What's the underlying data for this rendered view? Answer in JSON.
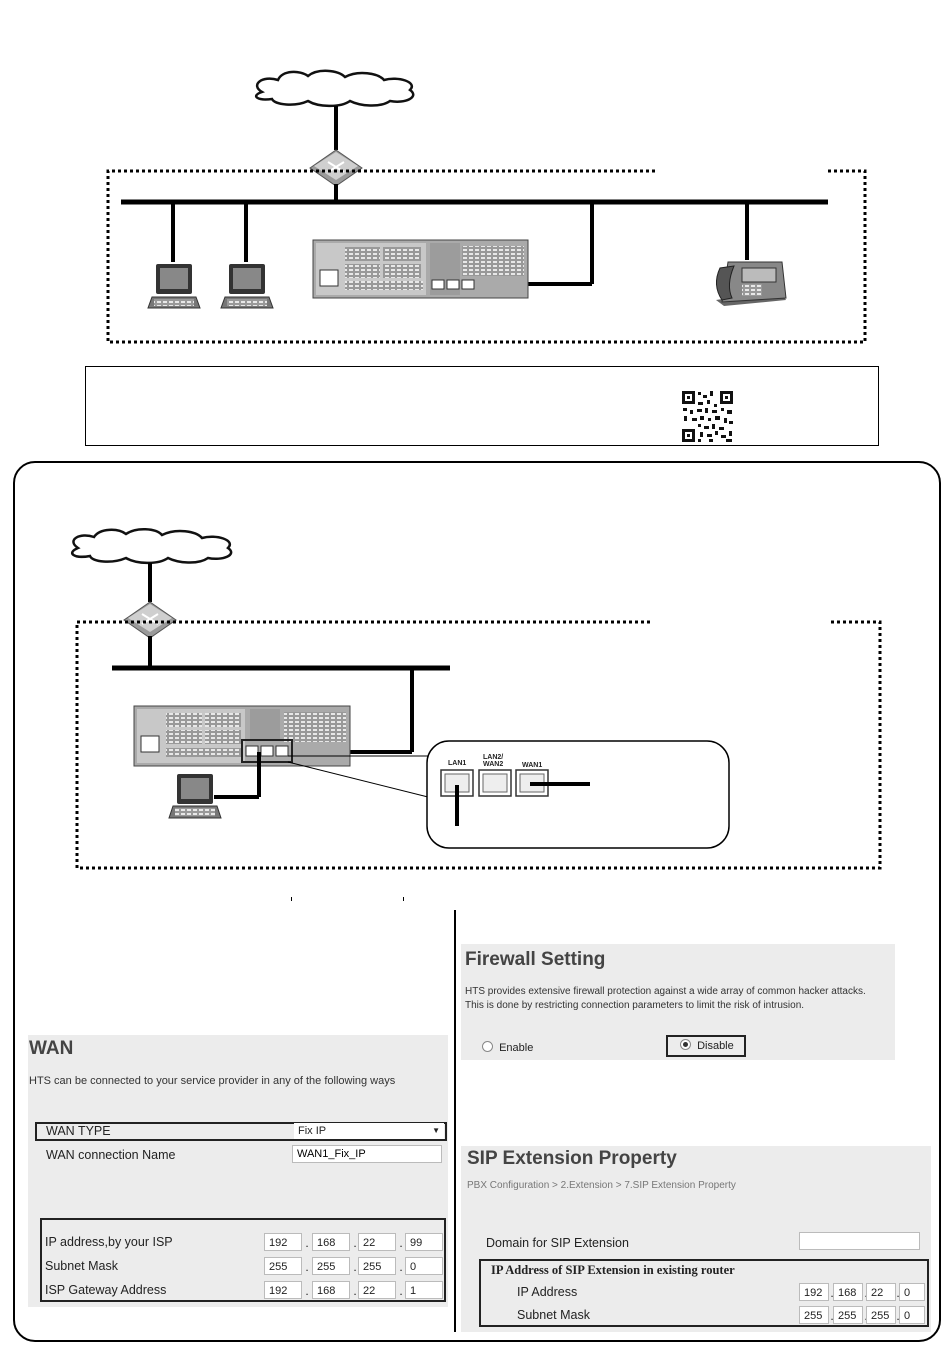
{
  "wan": {
    "title": "WAN",
    "description": "HTS can be connected to your service provider in any of the following ways",
    "type_label": "WAN TYPE",
    "type_value": "Fix IP",
    "conn_name_label": "WAN connection Name",
    "conn_name_value": "WAN1_Fix_IP",
    "ip_label": "IP address,by your ISP",
    "ip": [
      "192",
      "168",
      "22",
      "99"
    ],
    "mask_label": "Subnet Mask",
    "mask": [
      "255",
      "255",
      "255",
      "0"
    ],
    "gateway_label": "ISP Gateway Address",
    "gateway": [
      "192",
      "168",
      "22",
      "1"
    ]
  },
  "firewall": {
    "title": "Firewall Setting",
    "desc1": "HTS provides extensive firewall protection against a wide array of common hacker attacks.",
    "desc2": "This is done by restricting connection parameters to limit the risk of intrusion.",
    "enable_label": "Enable",
    "disable_label": "Disable",
    "selected": "Disable"
  },
  "sip": {
    "title": "SIP Extension Property",
    "breadcrumb": "PBX Configuration > 2.Extension > 7.SIP Extension Property",
    "domain_label": "Domain for SIP Extension",
    "domain_value": "",
    "group_title": "IP Address of SIP Extension in existing router",
    "ip_label": "IP Address",
    "ip": [
      "192",
      "168",
      "22",
      "0"
    ],
    "mask_label": "Subnet Mask",
    "mask": [
      "255",
      "255",
      "255",
      "0"
    ]
  },
  "ports": {
    "lan1": "LAN1",
    "lan2_line1": "LAN2/",
    "lan2_line2": "WAN2",
    "wan1": "WAN1"
  },
  "icons": [
    "cloud-icon",
    "router-icon",
    "pc-icon",
    "pbx-unit-icon",
    "ip-phone-icon",
    "qr-code-icon"
  ]
}
